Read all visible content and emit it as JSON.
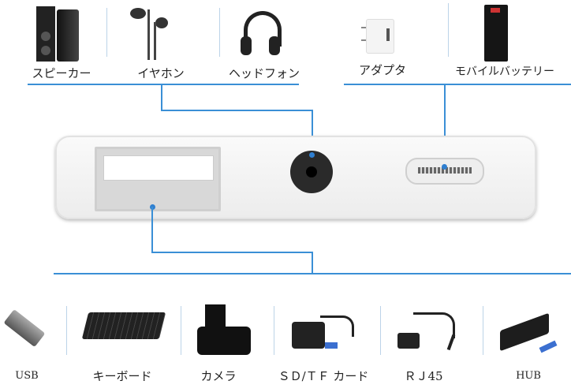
{
  "top_devices": [
    {
      "label": "スピーカー",
      "icon": "speaker-icon"
    },
    {
      "label": "イヤホン",
      "icon": "earphones-icon"
    },
    {
      "label": "ヘッドフォン",
      "icon": "headphones-icon"
    },
    {
      "label": "アダプタ",
      "icon": "adapter-icon"
    },
    {
      "label": "モバイルバッテリー",
      "icon": "power-bank-icon"
    }
  ],
  "bottom_devices": [
    {
      "label": "USB",
      "icon": "usb-drive-icon"
    },
    {
      "label": "キーボード",
      "icon": "keyboard-icon"
    },
    {
      "label": "カメラ",
      "icon": "camera-icon"
    },
    {
      "label": "ＳＤ/ＴＦ カード",
      "icon": "card-reader-icon"
    },
    {
      "label": "ＲＪ45",
      "icon": "ethernet-adapter-icon"
    },
    {
      "label": "HUB",
      "icon": "usb-hub-icon"
    }
  ],
  "colors": {
    "line": "#3a8fd6"
  }
}
